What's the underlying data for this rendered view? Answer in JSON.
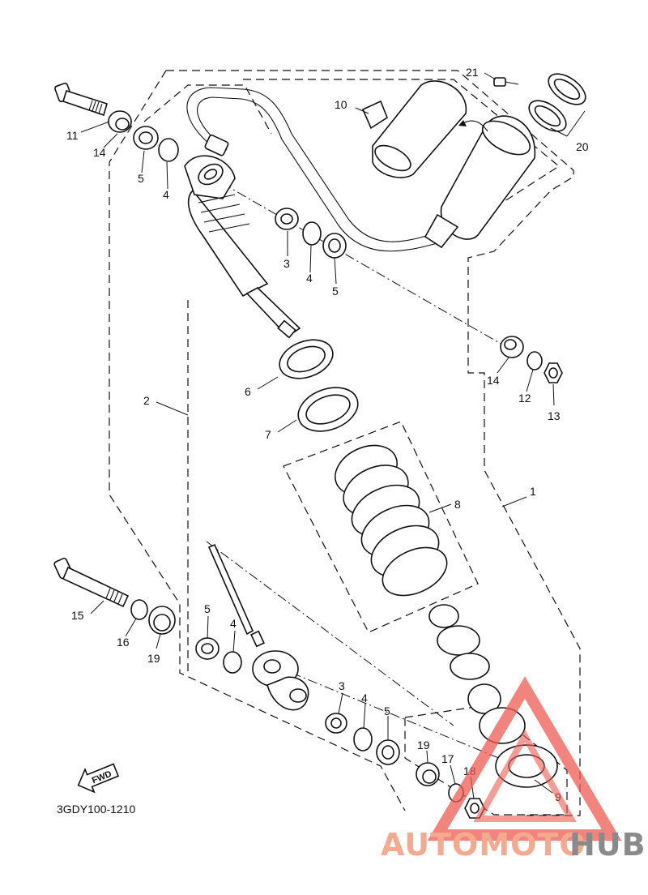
{
  "diagram_code": "3GDY100-1210",
  "fwd_badge": "FWD",
  "callouts": [
    {
      "id": "c11",
      "text": "11"
    },
    {
      "id": "c14a",
      "text": "14"
    },
    {
      "id": "c5a",
      "text": "5"
    },
    {
      "id": "c4a",
      "text": "4"
    },
    {
      "id": "c3a",
      "text": "3"
    },
    {
      "id": "c4b",
      "text": "4"
    },
    {
      "id": "c5b",
      "text": "5"
    },
    {
      "id": "c10",
      "text": "10"
    },
    {
      "id": "c21",
      "text": "21"
    },
    {
      "id": "c20",
      "text": "20"
    },
    {
      "id": "c14b",
      "text": "14"
    },
    {
      "id": "c12",
      "text": "12"
    },
    {
      "id": "c13",
      "text": "13"
    },
    {
      "id": "c2",
      "text": "2"
    },
    {
      "id": "c6",
      "text": "6"
    },
    {
      "id": "c7",
      "text": "7"
    },
    {
      "id": "c8",
      "text": "8"
    },
    {
      "id": "c1",
      "text": "1"
    },
    {
      "id": "c15",
      "text": "15"
    },
    {
      "id": "c16",
      "text": "16"
    },
    {
      "id": "c19a",
      "text": "19"
    },
    {
      "id": "c5c",
      "text": "5"
    },
    {
      "id": "c4c",
      "text": "4"
    },
    {
      "id": "c3b",
      "text": "3"
    },
    {
      "id": "c4d",
      "text": "4"
    },
    {
      "id": "c5d",
      "text": "5"
    },
    {
      "id": "c19b",
      "text": "19"
    },
    {
      "id": "c17",
      "text": "17"
    },
    {
      "id": "c18",
      "text": "18"
    },
    {
      "id": "c9",
      "text": "9"
    }
  ],
  "watermark": {
    "part1": "AUTOMOTO",
    "part2": "HUB",
    "color1": "#f5a98f",
    "color2": "#8a8a8a",
    "triangle_color": "#ee5a52"
  }
}
